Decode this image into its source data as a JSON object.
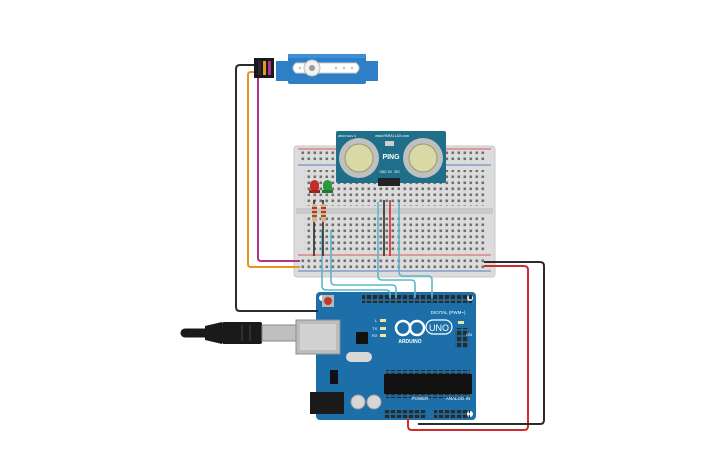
{
  "colors": {
    "background": "#ffffff",
    "arduino_board": "#1c6fa8",
    "breadboard": "#dcdcdc",
    "servo_body": "#2f7fc6",
    "sensor_board": "#1f6f8b",
    "wire_black": "#2b2b2b",
    "wire_orange": "#e69522",
    "wire_magenta": "#b0348a",
    "wire_cyan": "#5bb7c9",
    "wire_red": "#d02b2b",
    "led_red": "#c0302a",
    "led_green": "#2c9a3c"
  },
  "sensor": {
    "brand": "www.PARALLAX.com",
    "name": "PING",
    "pin_labels": [
      "GND",
      "5V",
      "SIG"
    ],
    "code": "28015 REV C"
  },
  "arduino": {
    "brand": "ARDUINO",
    "model": "UNO",
    "digital_label": "DIGITAL (PWM~)",
    "power_label": "POWER",
    "analog_label": "ANALOG IN",
    "on_label": "ON",
    "tx_label": "TX",
    "rx_label": "RX",
    "l_label": "L"
  }
}
